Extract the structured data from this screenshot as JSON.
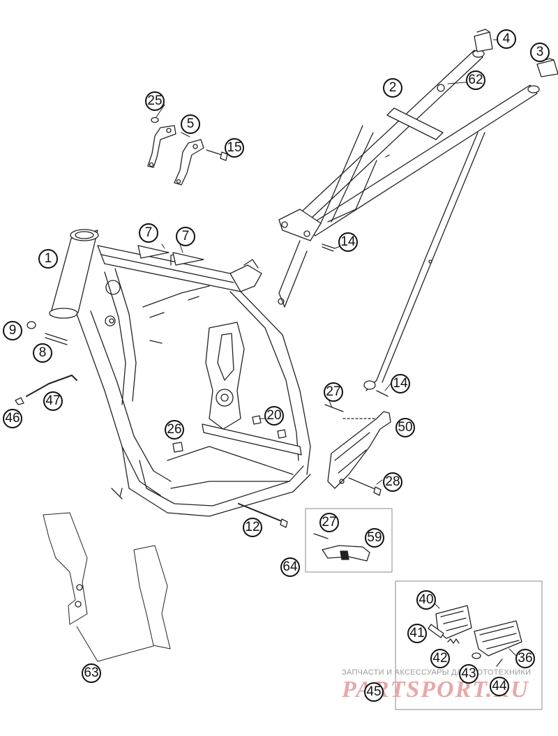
{
  "callouts": [
    "1",
    "2",
    "3",
    "4",
    "5",
    "7",
    "7",
    "8",
    "9",
    "12",
    "14",
    "14",
    "15",
    "20",
    "25",
    "26",
    "27",
    "27",
    "28",
    "36",
    "40",
    "41",
    "42",
    "43",
    "44",
    "45",
    "46",
    "47",
    "50",
    "59",
    "62",
    "63",
    "64"
  ],
  "watermark": {
    "line1": "ЗАПЧАСТИ И АКСЕССУАРЫ ДЛЯ МОТОТЕХНИКИ",
    "line2": "PARTSPORT.RU"
  },
  "colors": {
    "line": "#222222",
    "watermark_text": "#9a9a9a",
    "watermark_logo": "#e8a7a7"
  }
}
